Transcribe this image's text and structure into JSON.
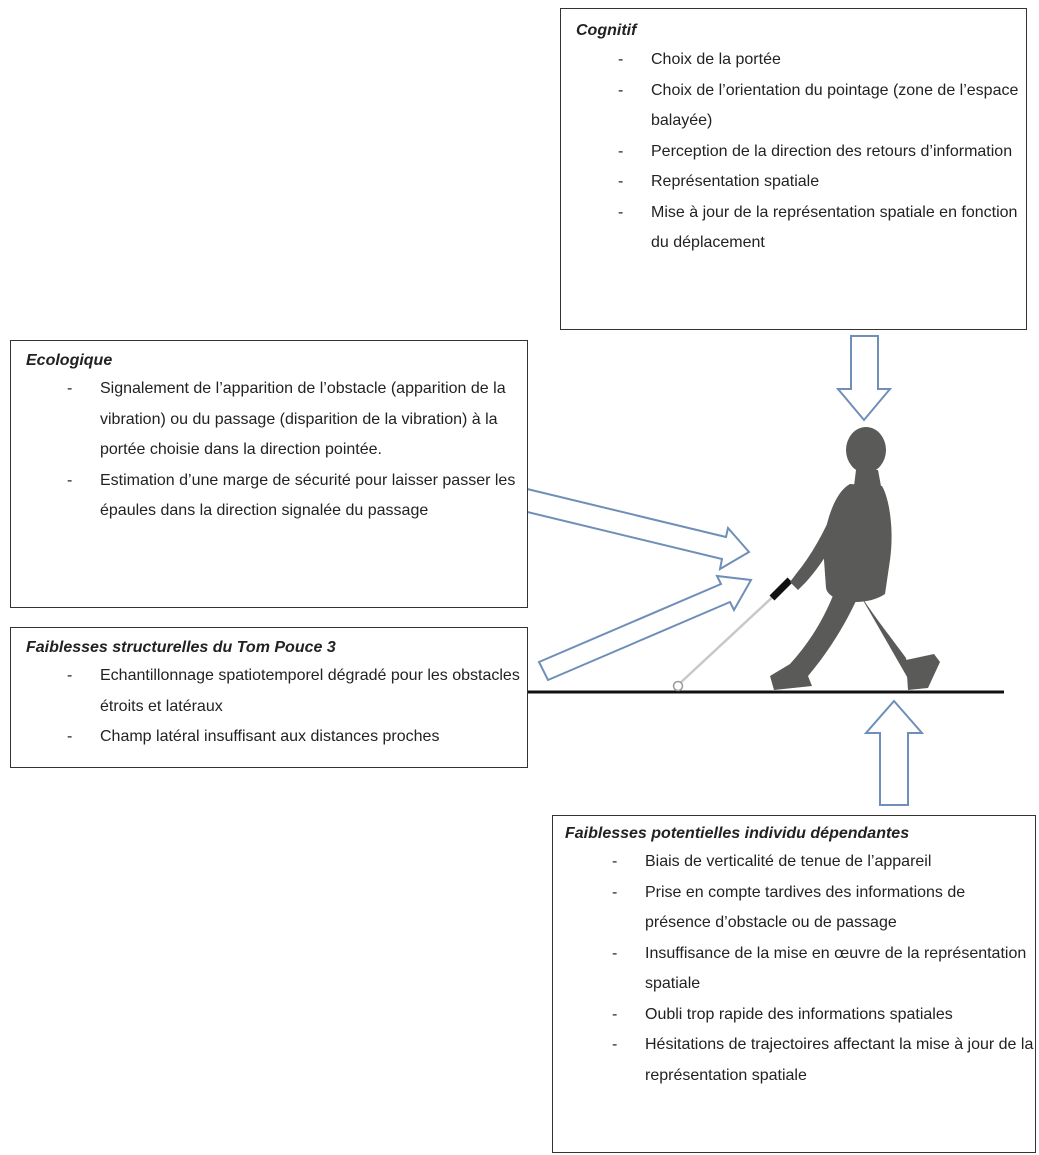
{
  "boxes": {
    "cognitif": {
      "title": "Cognitif",
      "items": [
        "Choix de la portée",
        "Choix de l’orientation du pointage (zone de l’espace balayée)",
        "Perception de la direction des retours d’information",
        "Représentation spatiale",
        "Mise à jour de la représentation spatiale en fonction du déplacement"
      ]
    },
    "ecologique": {
      "title": "Ecologique",
      "items": [
        "Signalement de l’apparition de l’obstacle (apparition de la vibration) ou du passage (disparition de la vibration) à la portée choisie dans la direction pointée.",
        "Estimation d’une marge de sécurité pour laisser passer les épaules dans la direction signalée du passage"
      ]
    },
    "faiblesses_structurelles": {
      "title": "Faiblesses structurelles du Tom Pouce 3",
      "items": [
        "Echantillonnage spatiotemporel dégradé pour les obstacles étroits et latéraux",
        "Champ latéral insuffisant aux distances proches"
      ]
    },
    "faiblesses_potentielles": {
      "title": "Faiblesses potentielles individu dépendantes",
      "items": [
        "Biais de verticalité de tenue de l’appareil",
        "Prise en compte tardives des informations de présence d’obstacle ou de passage",
        "Insuffisance de la mise en œuvre de la représentation spatiale",
        "Oubli trop rapide des informations spatiales",
        "Hésitations de trajectoires affectant la mise à jour de la représentation spatiale"
      ]
    },
    "bullet": "-"
  },
  "colors": {
    "figure": "#5a5a58",
    "arrow_stroke": "#6f8fb8",
    "arrow_fill": "#ffffff",
    "ground": "#111111",
    "cane": "#c8c8c8",
    "cane_handle": "#111111",
    "border": "#333333"
  },
  "icons": {
    "figure": "blind-person-with-cane-icon"
  }
}
